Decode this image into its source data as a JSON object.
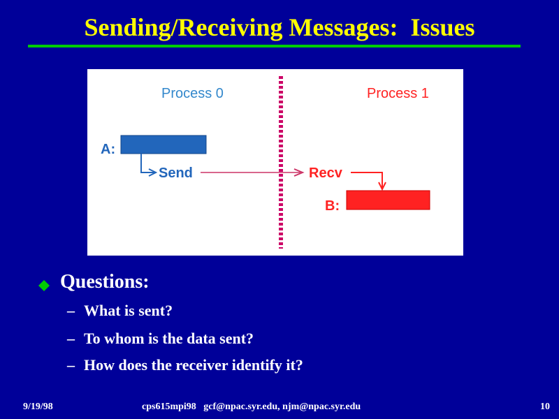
{
  "slide": {
    "title": "Sending/Receiving Messages:  Issues",
    "accent_color": "#00cc00",
    "title_color": "#ffff00",
    "background": "#000099"
  },
  "diagram": {
    "process0_label": "Process 0",
    "process1_label": "Process 1",
    "buffer_a_label": "A:",
    "buffer_b_label": "B:",
    "send_label": "Send",
    "recv_label": "Recv",
    "colors": {
      "process0": "#3388cc",
      "process1": "#ff2222",
      "buffer_a": "#2266bb",
      "buffer_b": "#ff2222",
      "divider": "#cc0066",
      "arrow": "#cc3366"
    },
    "icons": [
      "process-divider-line",
      "send-arrow",
      "recv-arrow"
    ]
  },
  "questions": {
    "heading": "Questions:",
    "bullet_icon": "diamond-bullet-icon",
    "dash_glyph": "–",
    "items": [
      "What is sent?",
      "To whom is the data sent?",
      "How does the receiver identify it?"
    ]
  },
  "footer": {
    "date": "9/19/98",
    "source": "cps615mpi98   gcf@npac.syr.edu, njm@npac.syr.edu",
    "page_number": "10"
  }
}
